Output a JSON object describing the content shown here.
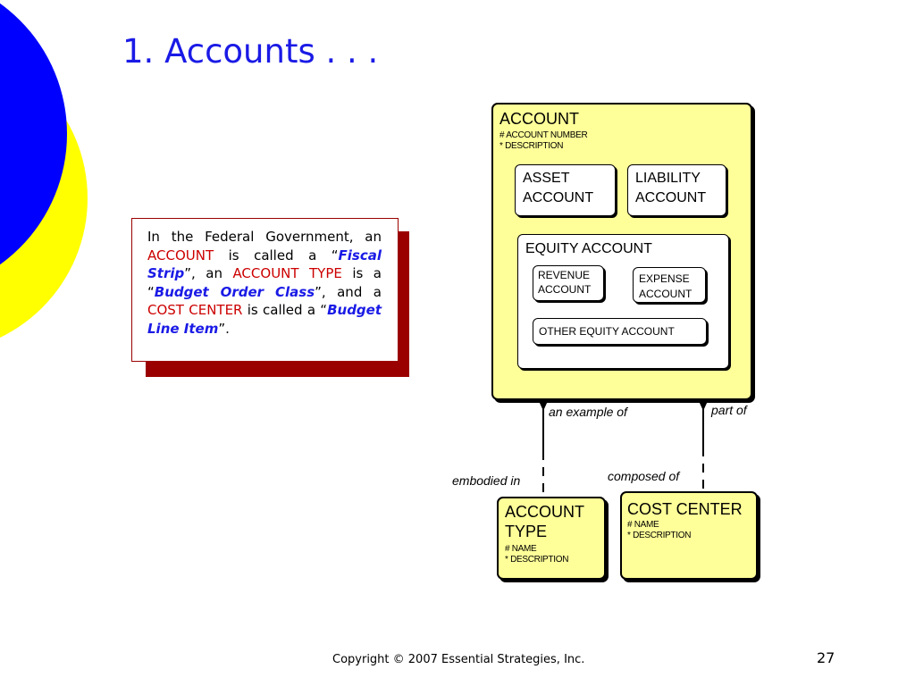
{
  "title": "1.  Accounts . . .",
  "note": {
    "t1": "In the Federal Government, an ",
    "account": "ACCOUNT",
    "t2": " is called a “",
    "fiscal_strip": "Fiscal Strip",
    "t3": "”, an ",
    "account_type": "ACCOUNT TYPE",
    "t4": " is a “",
    "budget_order_class": "Budget Order Class",
    "t5": "”, and a ",
    "cost_center": "COST CENTER",
    "t6": " is called a “",
    "budget_line_item": "Budget Line Item",
    "t7": "”."
  },
  "account": {
    "name": "ACCOUNT",
    "attr1": "#  ACCOUNT NUMBER",
    "attr2": "*  DESCRIPTION",
    "asset_line1": "ASSET",
    "asset_line2": "ACCOUNT",
    "liability_line1": "LIABILITY",
    "liability_line2": "ACCOUNT",
    "equity": "EQUITY ACCOUNT",
    "revenue_line1": "REVENUE",
    "revenue_line2": "ACCOUNT",
    "expense_line1": "EXPENSE",
    "expense_line2": "ACCOUNT",
    "other_equity": "OTHER EQUITY ACCOUNT"
  },
  "account_type": {
    "line1": "ACCOUNT",
    "line2": "TYPE",
    "attr1": "#  NAME",
    "attr2": "*  DESCRIPTION"
  },
  "cost_center": {
    "name": "COST CENTER",
    "attr1": "#  NAME",
    "attr2": "*  DESCRIPTION"
  },
  "relationships": {
    "an_example_of": "an example of",
    "embodied_in": "embodied in",
    "part_of": "part of",
    "composed_of": "composed of"
  },
  "footer": "Copyright © 2007 Essential Strategies, Inc.",
  "page_number": "27",
  "colors": {
    "title": "#1a1ae6",
    "entity_fill": "#ffff99",
    "shadow": "#9b0000",
    "highlight_red": "#cc0000",
    "circle_blue": "#0000ff",
    "circle_yellow": "#ffff00"
  }
}
